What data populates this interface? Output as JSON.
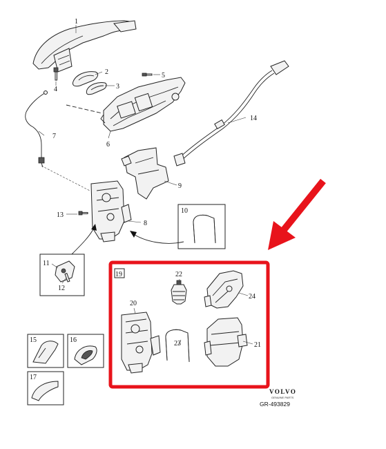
{
  "callouts": {
    "c1": "1",
    "c2": "2",
    "c3": "3",
    "c4": "4",
    "c5": "5",
    "c6": "6",
    "c7": "7",
    "c8": "8",
    "c9": "9",
    "c10": "10",
    "c11": "11",
    "c12": "12",
    "c13": "13",
    "c14": "14",
    "c15": "15",
    "c16": "16",
    "c17": "17",
    "c19": "19",
    "c20": "20",
    "c21": "21",
    "c22": "22",
    "c23": "23",
    "c24": "24"
  },
  "brand": {
    "name": "VOLVO",
    "tagline": "GENUINE PARTS",
    "reference": "GR-493829"
  },
  "highlight": {
    "box_color": "#e8131b",
    "arrow_color": "#e8131b"
  }
}
